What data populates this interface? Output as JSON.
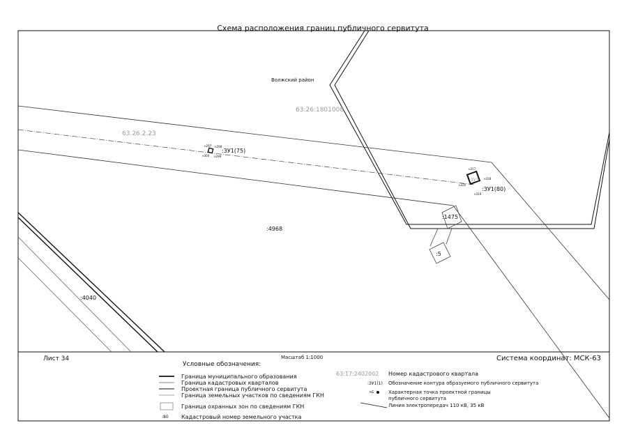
{
  "title": "Схема расположения границ публичного сервитута",
  "district_label": "Волжский район",
  "quarter_number": "63:26:1801008",
  "line_label": "63.26.2.23",
  "parcels": {
    "p4968": ":4968",
    "p4040": ":4040",
    "p1475": ":1475",
    "p5": ":5"
  },
  "contours": {
    "zu1_75": ":ЗУ1(75)",
    "zu1_80": ":ЗУ1(80)",
    "zu1_small": ":ЗУ1"
  },
  "points": {
    "left": [
      "н297",
      "н298",
      "н299",
      "н300"
    ],
    "right": [
      "н317",
      "н318",
      "н319",
      "н320"
    ]
  },
  "footer": {
    "sheet": "Лист 34",
    "scale": "Масштаб 1:1000",
    "coord_system": "Система координат: МСК-63"
  },
  "legend": {
    "title": "Условные обозначения:",
    "items_left": [
      "Граница муниципального образования",
      "Граница кадастровых кварталов",
      "Проектная граница публичного сервитута",
      "Граница земельных участков по сведениям ГКН",
      "Граница охранных зон по сведениям ГКН",
      "Кадастровый номер земельного участка"
    ],
    "sample_parcel": ":80",
    "sample_quarter": "63:17:2402002",
    "sample_contour": ":ЗУ1(1)",
    "sample_point": "н1",
    "items_right": [
      "Номер кадастрового квартала",
      "Обозначение контура образуемого публичного сервитута",
      "Характерная точка проектной границы",
      "публичного сервитута",
      "Линия электропередач 110 кВ, 35 кВ"
    ]
  },
  "colors": {
    "line": "#111111",
    "gray_label": "#9a9a9a",
    "quarter_line": "#555555"
  }
}
